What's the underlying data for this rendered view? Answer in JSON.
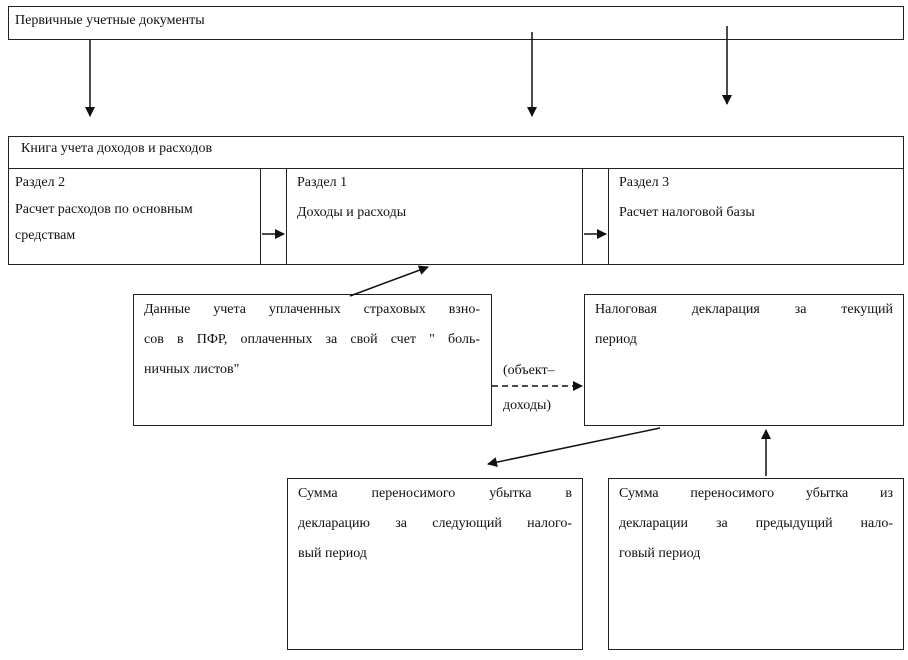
{
  "primary_docs": {
    "label": "Первичные учетные документы"
  },
  "ledger": {
    "title": "Книга учета доходов и расходов",
    "section2": {
      "heading": "Раздел 2",
      "text": "Расчет расходов по основным средствам"
    },
    "section1": {
      "heading": "Раздел 1",
      "text": "Доходы и расходы"
    },
    "section3": {
      "heading": "Раздел 3",
      "text": "Расчет налоговой базы"
    }
  },
  "contributions": {
    "line1": "Данные учета уплаченных страховых взно-",
    "line2": "сов в ПФР, оплаченных за свой счет \" боль-",
    "line3": "ничных листов\""
  },
  "declaration": {
    "line1": "Налоговая декларация за текущий",
    "line2": "период"
  },
  "object_label": {
    "line1": "(объект–",
    "line2": "доходы)"
  },
  "loss_next": {
    "line1": "Сумма переносимого убытка в",
    "line2": "декларацию за следующий налого-",
    "line3": "вый период"
  },
  "loss_prev": {
    "line1": "Сумма переносимого убытка из",
    "line2": "декларации за предыдущий нало-",
    "line3": "говый период"
  }
}
